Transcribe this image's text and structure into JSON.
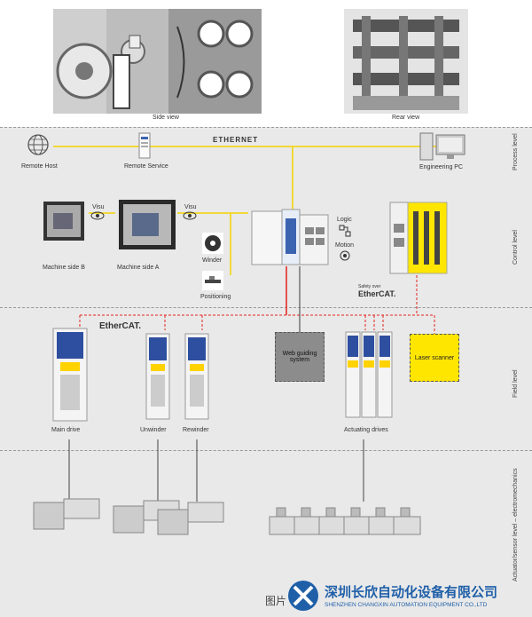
{
  "top_panel": {
    "side_view_label": "Side view",
    "rear_view_label": "Rear view"
  },
  "process_level": {
    "bus_label": "ETHERNET",
    "level_label": "Process level",
    "remote_host_label": "Remote Host",
    "remote_service_label": "Remote Service",
    "engineering_pc_label": "Engineering PC"
  },
  "control_level": {
    "level_label": "Control level",
    "machine_side_b_label": "Machine side B",
    "machine_side_a_label": "Machine side A",
    "visu_label_1": "Visu",
    "visu_label_2": "Visu",
    "winder_label": "Winder",
    "positioning_label": "Positioning",
    "logic_label": "Logic",
    "motion_label": "Motion",
    "safety_over_label": "Safety over",
    "ethercat_small_label": "EtherCAT."
  },
  "field_level": {
    "level_label": "Field level",
    "ethercat_label": "EtherCAT.",
    "main_drive_label": "Main drive",
    "unwinder_label": "Unwinder",
    "rewinder_label": "Rewinder",
    "web_guiding_label": "Web guiding system",
    "actuating_drives_label": "Actuating drives",
    "laser_scanner_label": "Laser scanner"
  },
  "actuator_level": {
    "level_label": "Actuator/sensor level – electromechanics"
  },
  "watermark": {
    "prefix": "图片",
    "company_cn": "深圳长欣自动化设备有限公司",
    "company_en": "SHENZHEN CHANGXIN AUTOMATION EQUIPMENT CO.,LTD"
  },
  "colors": {
    "band_gray": "#e9e9e9",
    "ethernet_yellow": "#f2d200",
    "ethercat_red": "#e2231a",
    "laser_yellow": "#ffe600",
    "watermark_blue": "#1f5fa8"
  }
}
